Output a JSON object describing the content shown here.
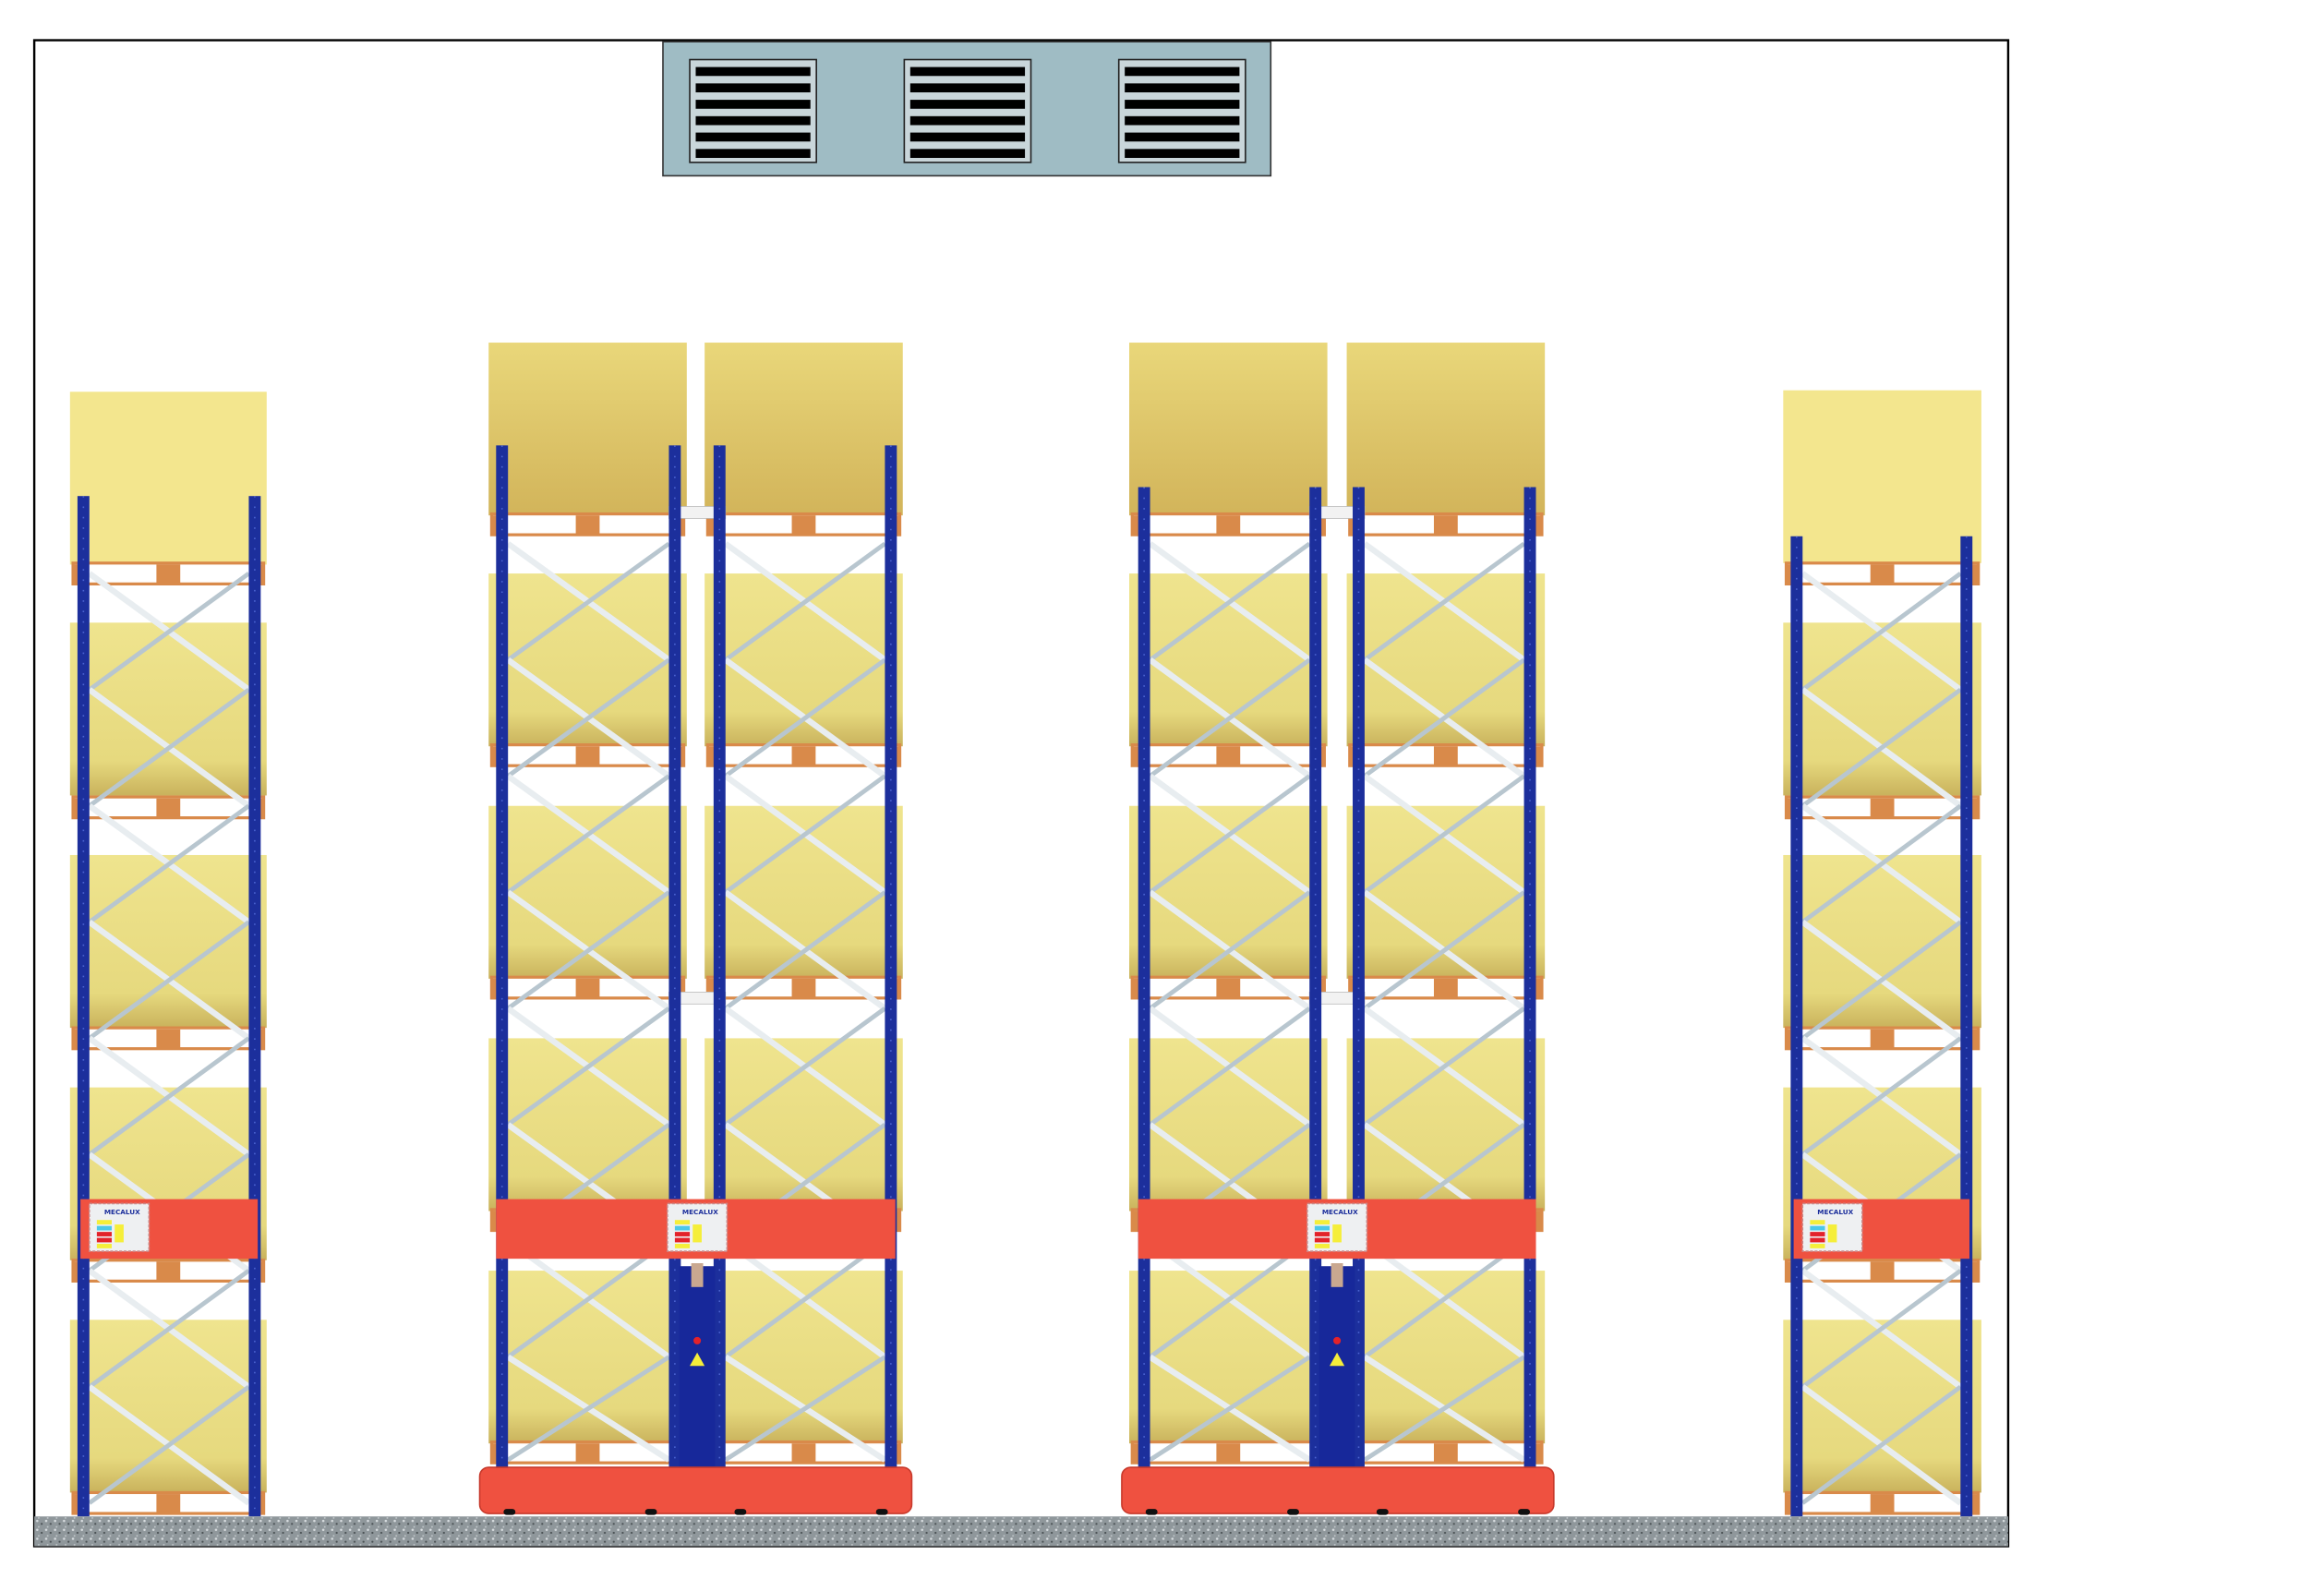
{
  "brand": {
    "logo_text": "MECALUX"
  },
  "colors": {
    "upright": "#1c2f9c",
    "beam": "#ef5140",
    "load": "#e8df86",
    "load_top": "#d9c46a",
    "pallet": "#d98a4a",
    "bracing": "#e8edf0",
    "vent_panel": "#9fbcc4",
    "floor": "#8d9498",
    "frame": "#000000"
  },
  "racks": [
    {
      "type": "static-single",
      "levels": 5
    },
    {
      "type": "mobile-double",
      "levels": 5
    },
    {
      "type": "mobile-double",
      "levels": 5
    },
    {
      "type": "static-single",
      "levels": 5
    }
  ],
  "vent_grilles": 3
}
